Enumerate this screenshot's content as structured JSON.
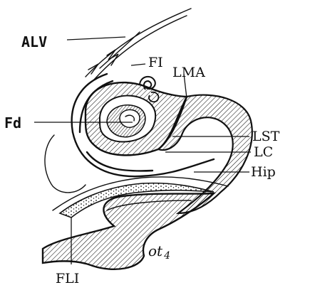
{
  "figure": {
    "labels": {
      "alv": "ALV",
      "fi": "FI",
      "lma": "LMA",
      "fd": "Fd",
      "lst": "LST",
      "lc": "LC",
      "hip": "Hip",
      "ot": "ot",
      "ot_sub": "4",
      "fli": "FLI"
    }
  },
  "colors": {
    "ink": "#111111",
    "paper": "#ffffff"
  }
}
